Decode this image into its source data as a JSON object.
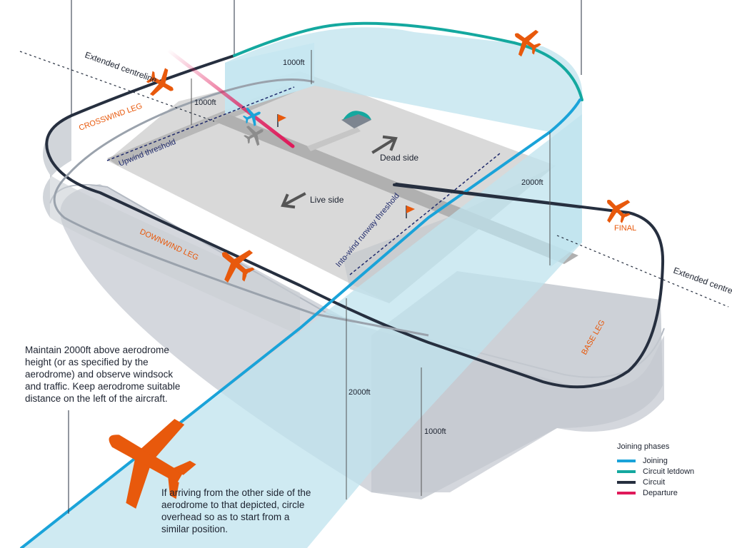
{
  "labels": {
    "extended_centreline": "Extended centreline",
    "crosswind_leg": "CROSSWIND LEG",
    "downwind_leg": "DOWNWIND LEG",
    "base_leg": "BASE LEG",
    "final": "FINAL",
    "upwind_threshold": "Upwind threshold",
    "into_wind_threshold": "Into-wind runway threshold",
    "dead_side": "Dead side",
    "live_side": "Live side"
  },
  "heights": {
    "h1000": "1000ft",
    "h2000": "2000ft"
  },
  "notes": {
    "maintain": "Maintain 2000ft above aerodrome height (or as specified by the aerodrome) and observe windsock and traffic. Keep aerodrome suitable distance on the left of  the aircraft.",
    "arriving": "If arriving from the other side of the aerodrome to that depicted, circle overhead so as to start from a similar position."
  },
  "legend": {
    "title": "Joining phases",
    "items": [
      {
        "label": "Joining",
        "color": "#1aa3d9"
      },
      {
        "label": "Circuit letdown",
        "color": "#14a89f"
      },
      {
        "label": "Circuit",
        "color": "#262f3f"
      },
      {
        "label": "Departure",
        "color": "#e0195a"
      }
    ]
  },
  "colors": {
    "aircraft": "#e8590c",
    "joining": "#1aa3d9",
    "letdown": "#14a89f",
    "circuit": "#262f3f",
    "departure": "#e0195a",
    "ground": "#d6d6d6",
    "runway": "#b3b3b3",
    "wall": "#c9ced4",
    "curtain": "#bfe3ee",
    "label_orange": "#e8590c",
    "label_navy": "#1f2a6b"
  }
}
